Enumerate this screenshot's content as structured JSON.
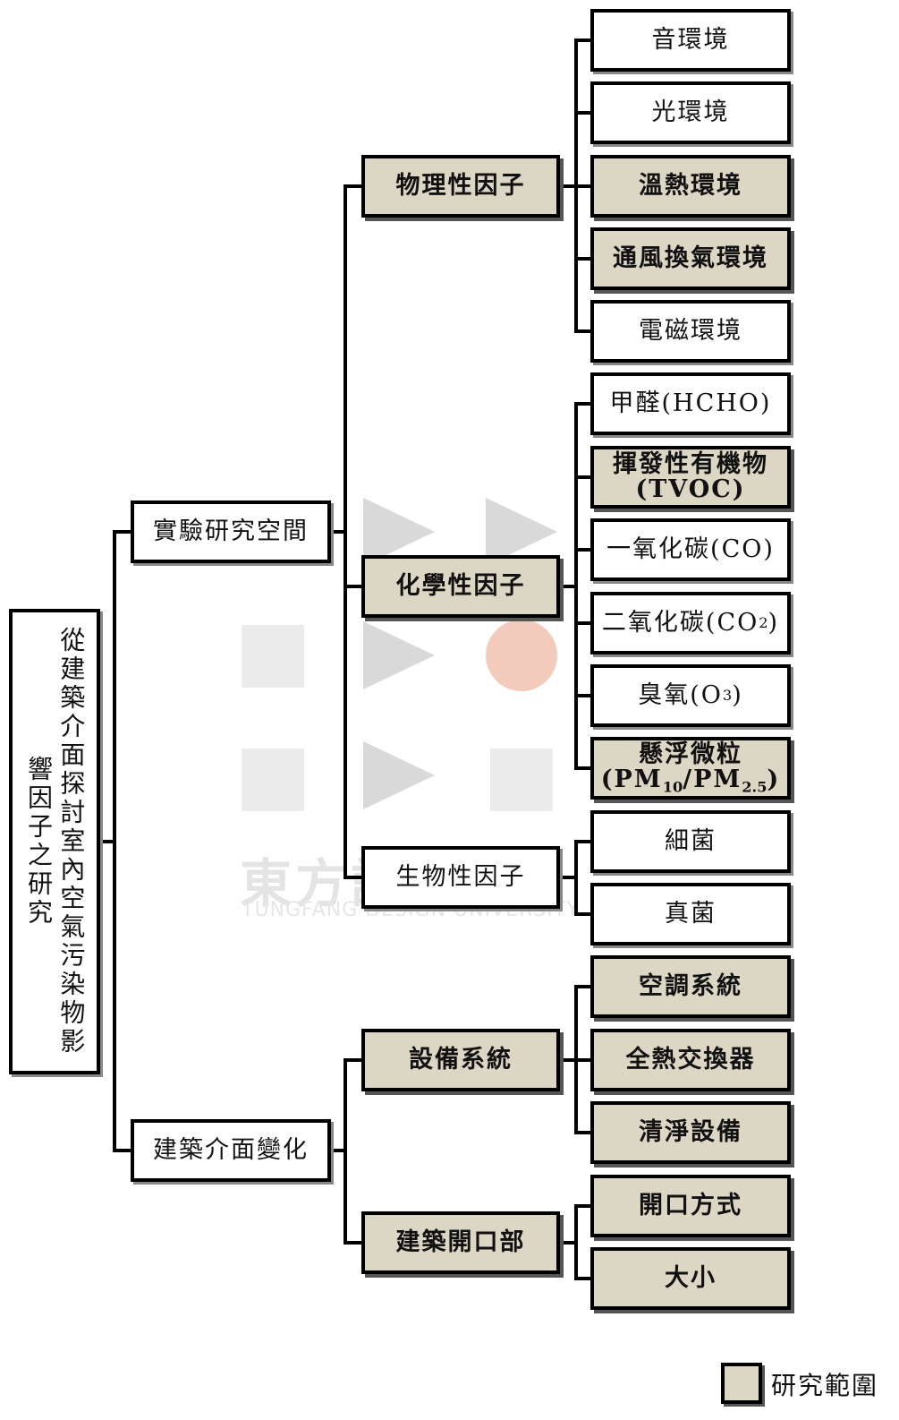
{
  "root": {
    "label": "從建築介面探討室內空氣污染物影響因子之研究"
  },
  "level1": [
    {
      "id": "lab",
      "label": "實驗研究空間"
    },
    {
      "id": "interface",
      "label": "建築介面變化"
    }
  ],
  "level2": [
    {
      "id": "physical",
      "label": "物理性因子",
      "in_scope": true
    },
    {
      "id": "chemical",
      "label": "化學性因子",
      "in_scope": true
    },
    {
      "id": "biological",
      "label": "生物性因子",
      "in_scope": false
    },
    {
      "id": "equipment",
      "label": "設備系統",
      "in_scope": true
    },
    {
      "id": "opening",
      "label": "建築開口部",
      "in_scope": true
    }
  ],
  "level3": [
    {
      "label": "音環境",
      "in_scope": false
    },
    {
      "label": "光環境",
      "in_scope": false
    },
    {
      "label": "溫熱環境",
      "in_scope": true
    },
    {
      "label": "通風換氣環境",
      "in_scope": true
    },
    {
      "label": "電磁環境",
      "in_scope": false
    },
    {
      "label": "甲醛(HCHO)",
      "in_scope": false
    },
    {
      "label_line1": "揮發性有機物",
      "label_line2": "(TVOC)",
      "in_scope": true
    },
    {
      "label": "一氧化碳(CO)",
      "in_scope": false
    },
    {
      "label_main": "二氧化碳(CO",
      "label_sub": "2",
      "label_end": ")",
      "in_scope": false
    },
    {
      "label_main": "臭氧(O",
      "label_sub": "3",
      "label_end": ")",
      "in_scope": false
    },
    {
      "label_line1": "懸浮微粒",
      "line2_a": "(PM",
      "line2_sub1": "10",
      "line2_b": "/PM",
      "line2_sub2": "2.5",
      "line2_c": ")",
      "in_scope": true
    },
    {
      "label": "細菌",
      "in_scope": false
    },
    {
      "label": "真菌",
      "in_scope": false
    },
    {
      "label": "空調系統",
      "in_scope": true
    },
    {
      "label": "全熱交換器",
      "in_scope": true
    },
    {
      "label": "清淨設備",
      "in_scope": true
    },
    {
      "label": "開口方式",
      "in_scope": true
    },
    {
      "label": "大小",
      "in_scope": true
    }
  ],
  "legend": {
    "label": "研究範圍",
    "color": "#dcd6c5"
  },
  "watermark": {
    "text": "東方設",
    "subtext": "TUNGFANG DESIGN UNIVERSITY",
    "accent_color": "#f3cbbd"
  }
}
